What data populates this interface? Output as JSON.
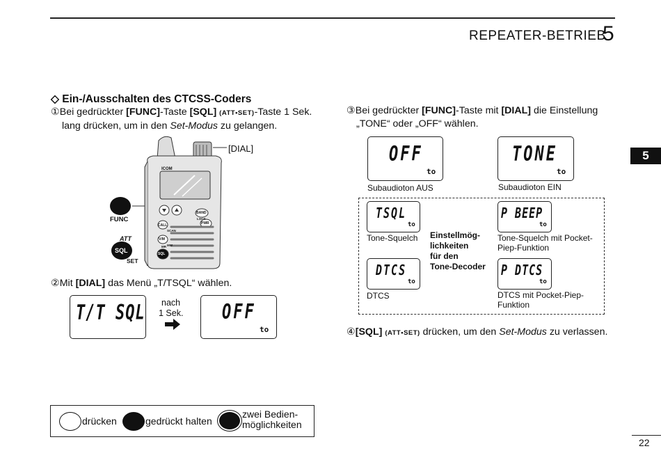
{
  "header": {
    "title": "REPEATER-BETRIEB",
    "chapter_number": "5",
    "side_tab": "5",
    "page_number": "22"
  },
  "section": {
    "title": "◇ Ein-/Ausschalten des CTCSS-Coders"
  },
  "step1": {
    "marker": "①",
    "text_a": "Bei gedrückter ",
    "func": "[FUNC]",
    "text_b": "-Taste ",
    "sql": "[SQL]",
    "att_set": "(ATT•SET)",
    "text_c": "-Taste 1 Sek.",
    "line2_a": "lang drücken, um in den ",
    "line2_italic": "Set-Modus",
    "line2_b": " zu gelangen."
  },
  "radio": {
    "dial_label": "[DIAL]",
    "func_label": "FUNC",
    "att_label": "ATT",
    "sql_key": "SQL",
    "set_label": "SET",
    "brand": "ICOM",
    "band_key": "BAND",
    "call_key": "CALL",
    "pwr_key": "PWR",
    "vm_key": "V/M",
    "sql_small": "SQL",
    "mark_lock": "LOCK",
    "mark_scan": "SCAN",
    "mark_mw": "MW",
    "mark_mr": "MR"
  },
  "step2": {
    "marker": "②",
    "text_a": "Mit ",
    "dial": "[DIAL]",
    "text_b": " das Menü „T/TSQL“ wählen.",
    "lcd_left": "T/T SQL",
    "arrow_text_1": "nach",
    "arrow_text_2": "1 Sek.",
    "lcd_right": "OFF",
    "lcd_right_sub": "to"
  },
  "step3": {
    "marker": "③",
    "text_a": "Bei gedrückter ",
    "func": "[FUNC]",
    "text_b": "-Taste mit ",
    "dial": "[DIAL]",
    "text_c": " die Einstellung",
    "line2": "„TONE“ oder „OFF“ wählen.",
    "lcd_off": "OFF",
    "lcd_off_sub": "to",
    "cap_off": "Subaudioton AUS",
    "lcd_tone": "TONE",
    "lcd_tone_sub": "to",
    "cap_tone": "Subaudioton EIN",
    "lcd_tsql": "TSQL",
    "lcd_tsql_sub": "to",
    "cap_tsql": "Tone-Squelch",
    "lcd_dtcs": "DTCS",
    "lcd_dtcs_sub": "to",
    "cap_dtcs": "DTCS",
    "lcd_pbeep": "P BEEP",
    "lcd_pbeep_sub": "to",
    "cap_pbeep_1": "Tone-Squelch mit Pocket-",
    "cap_pbeep_2": "Piep-Funktion",
    "lcd_pdtcs": "P DTCS",
    "lcd_pdtcs_sub": "to",
    "cap_pdtcs_1": "DTCS mit Pocket-Piep-",
    "cap_pdtcs_2": "Funktion",
    "center_1": "Einstellmög-",
    "center_2": "lichkeiten",
    "center_3": "für den",
    "center_4": "Tone-Decoder"
  },
  "step4": {
    "marker": "④",
    "sql": "[SQL]",
    "att_set": "(ATT•SET)",
    "text_a": " drücken, um den ",
    "italic": "Set-Modus",
    "text_b": " zu verlassen."
  },
  "legend": {
    "press": "drücken",
    "hold": "gedrückt halten",
    "two_1": "zwei Bedien-",
    "two_2": "möglichkeiten"
  }
}
